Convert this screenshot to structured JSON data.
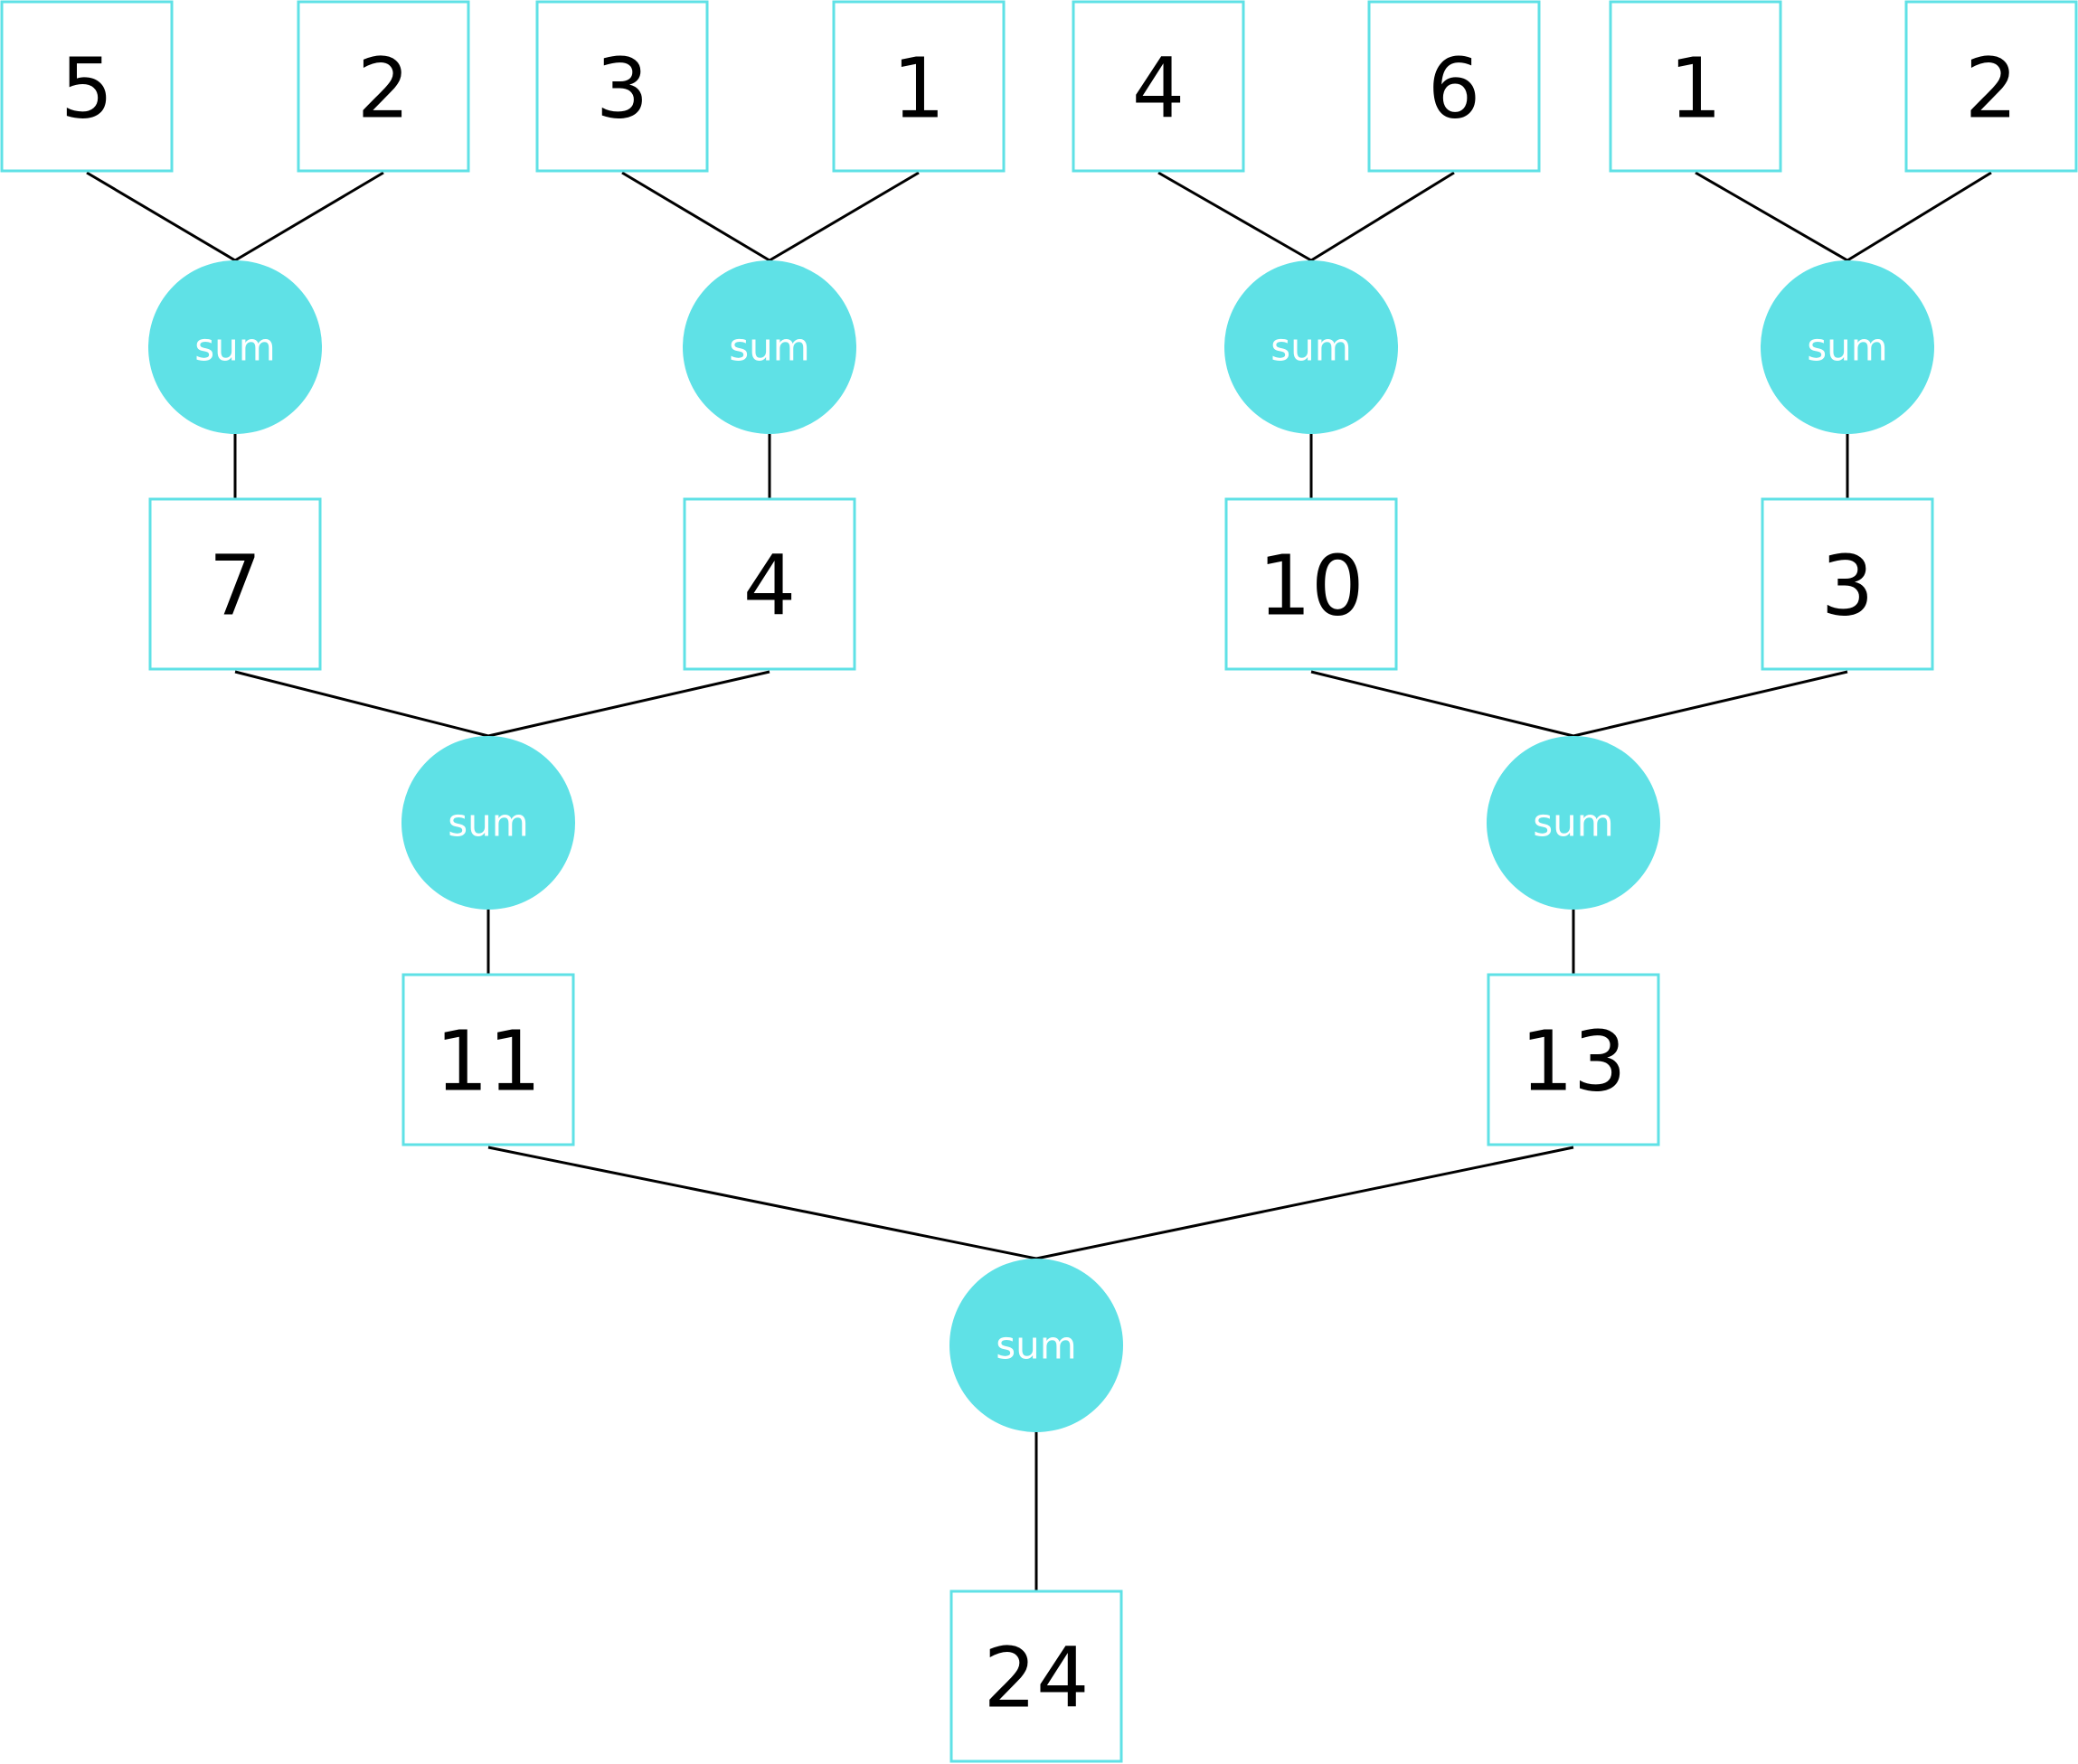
{
  "colors": {
    "accent": "#5fe1e6",
    "edge": "#000000",
    "text": "#000000",
    "sum_text": "#ffffff"
  },
  "sum_label": "sum",
  "leaves": [
    "5",
    "2",
    "3",
    "1",
    "4",
    "6",
    "1",
    "2"
  ],
  "level1": [
    "7",
    "4",
    "10",
    "3"
  ],
  "level2": [
    "11",
    "13"
  ],
  "root": "24"
}
